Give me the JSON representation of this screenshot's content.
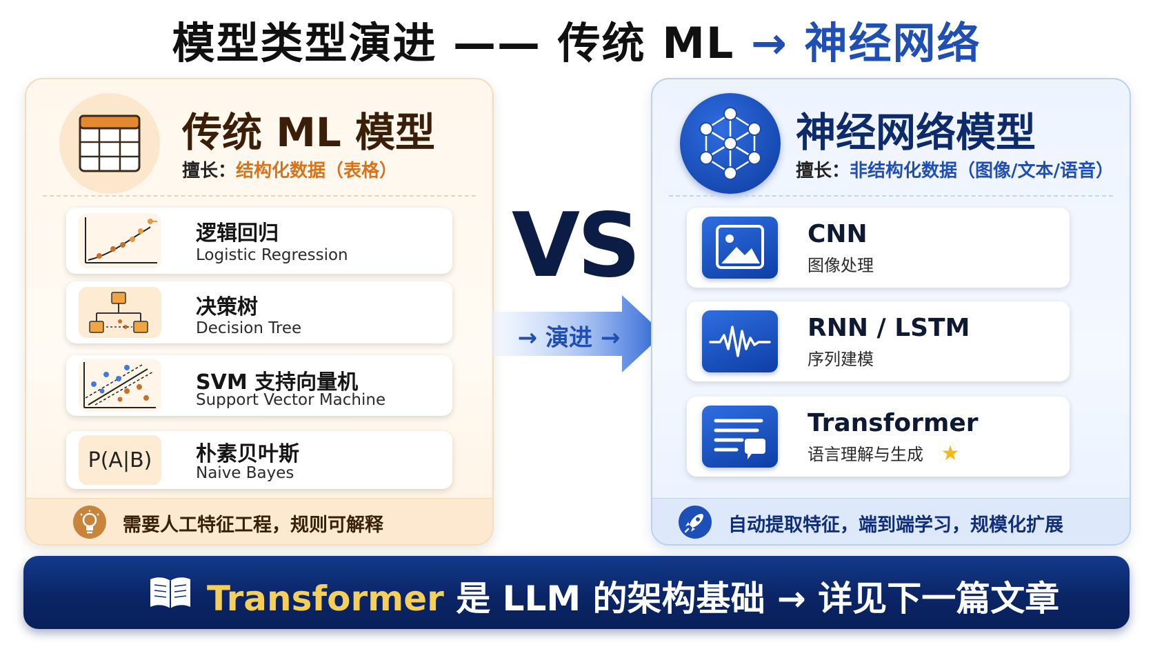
{
  "title": {
    "part1": "模型类型演进 —— 传统 ML",
    "arrow": "→",
    "part2": "神经网络"
  },
  "left_panel": {
    "heading": "传统 ML 模型",
    "strength_key": "擅长：",
    "strength_value": "结构化数据（表格）",
    "models": [
      {
        "name": "逻辑回归",
        "english": "Logistic Regression",
        "icon": "scatter-trend-icon"
      },
      {
        "name": "决策树",
        "english": "Decision Tree",
        "icon": "tree-icon"
      },
      {
        "name": "SVM 支持向量机",
        "english": "Support Vector Machine",
        "icon": "svm-icon"
      },
      {
        "name": "朴素贝叶斯",
        "english": "Naive Bayes",
        "icon": "formula-icon",
        "formula": "P(A|B)"
      }
    ],
    "footer": "需要人工特征工程，规则可解释",
    "footer_icon": "lightbulb-icon"
  },
  "center": {
    "vs": "VS",
    "evolve": "→ 演进 →"
  },
  "right_panel": {
    "heading": "神经网络模型",
    "strength_key": "擅长：",
    "strength_value": "非结构化数据（图像/文本/语音）",
    "models": [
      {
        "name": "CNN",
        "desc": "图像处理",
        "icon": "image-icon"
      },
      {
        "name": "RNN / LSTM",
        "desc": "序列建模",
        "icon": "waveform-icon"
      },
      {
        "name": "Transformer",
        "desc": "语言理解与生成",
        "icon": "document-chat-icon",
        "star": "★"
      }
    ],
    "footer": "自动提取特征，端到端学习，规模化扩展",
    "footer_icon": "rocket-icon"
  },
  "banner": {
    "highlight": "Transformer",
    "text": " 是 LLM 的架构基础 → 详见下一篇文章",
    "icon": "book-icon"
  },
  "colors": {
    "orange_accent": "#d8731c",
    "blue_accent": "#1f4fb4",
    "navy": "#0b1d45",
    "gold": "#f6cf5a"
  }
}
